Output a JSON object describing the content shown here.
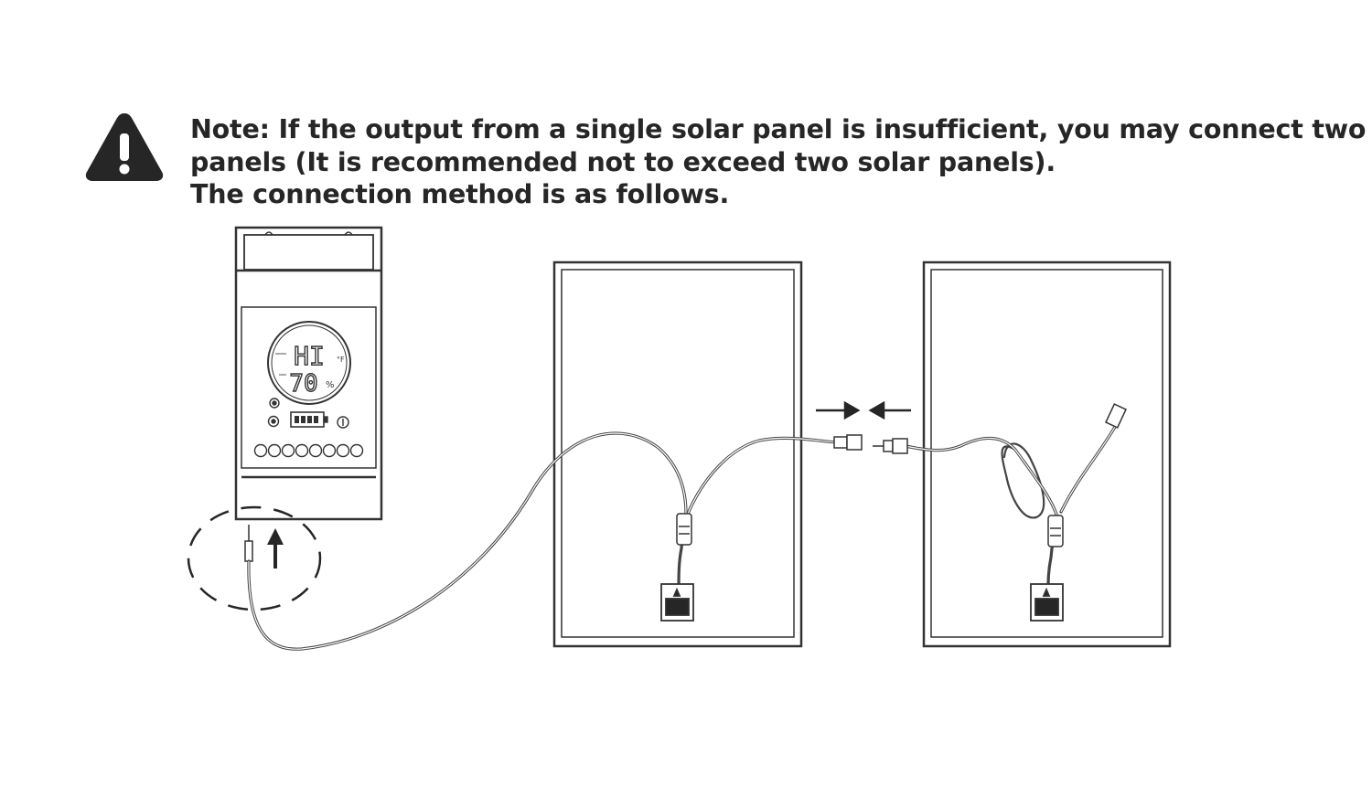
{
  "note": {
    "icon": "warning-icon",
    "lines": [
      "Note: If the output from a single solar panel is insufficient, you may connect two",
      "panels (It is recommended not to exceed two solar panels).",
      "The connection method is as follows."
    ]
  },
  "device": {
    "display_top": "HI",
    "display_bottom": "70",
    "unit_top": "°F",
    "unit_bottom": "%"
  },
  "colors": {
    "ink": "#262626",
    "line": "#333333",
    "background": "#ffffff"
  }
}
